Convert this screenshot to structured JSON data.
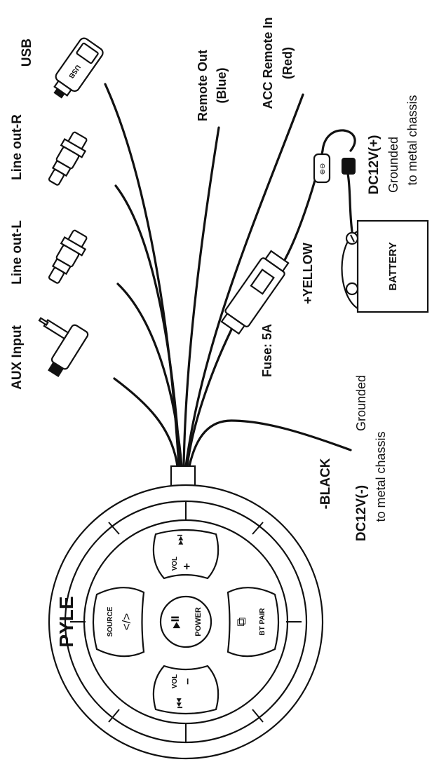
{
  "labels": {
    "usb": "USB",
    "line_out_r": "Line out-R",
    "line_out_l": "Line out-L",
    "aux_input": "AUX Input",
    "remote_out": "Remote Out",
    "remote_out_color": "(Blue)",
    "acc_remote_in": "ACC Remote In",
    "acc_remote_in_color": "(Red)",
    "dc12v_plus": "DC12V(+)",
    "grounded": "Grounded",
    "to_metal_chassis": "to metal chassis",
    "yellow": "+YELLOW",
    "fuse": "Fuse: 5A",
    "black": "-BLACK",
    "dc12v_minus": "DC12V(-)",
    "grounded_2": "Grounded",
    "to_metal_chassis_2": "to metal chassis",
    "battery": "BATTERY",
    "usb_plug_text": "USB"
  },
  "controller": {
    "brand": "PYLE",
    "source_label": "SOURCE",
    "source_symbol": "</>",
    "vol_up_label": "VOL",
    "vol_up_symbol": "+",
    "next_symbol": "⏭",
    "vol_down_label": "VOL",
    "vol_down_symbol": "–",
    "prev_symbol": "⏮",
    "power_label": "POWER",
    "play_symbol": "⏯",
    "bt_pair_label": "BT PAIR",
    "bt_symbol": "⧉"
  }
}
